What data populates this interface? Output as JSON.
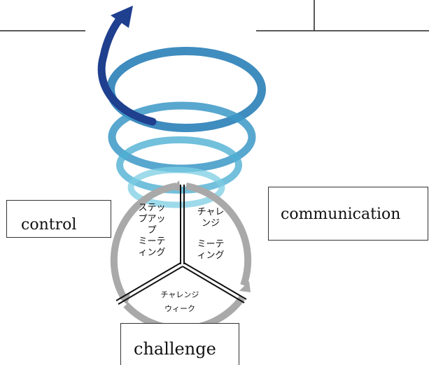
{
  "labels": {
    "control": "control",
    "communication": "communication",
    "challenge": "challenge"
  },
  "segments": {
    "stepup": {
      "line1": "ステッ プアッ プ",
      "line2": "ミーテ ィング"
    },
    "challenge_meeting": {
      "line1": "チャレ ンジ",
      "line2": "ミーテ ィング"
    },
    "challenge_week": {
      "line1": "チャレンジ",
      "line2": "ウィーク"
    }
  },
  "colors": {
    "spiral_dark": "#1f3f8f",
    "spiral_light": "#2fa3c8",
    "cycle_ring": "#a9a9a9",
    "divider": "#111111"
  }
}
